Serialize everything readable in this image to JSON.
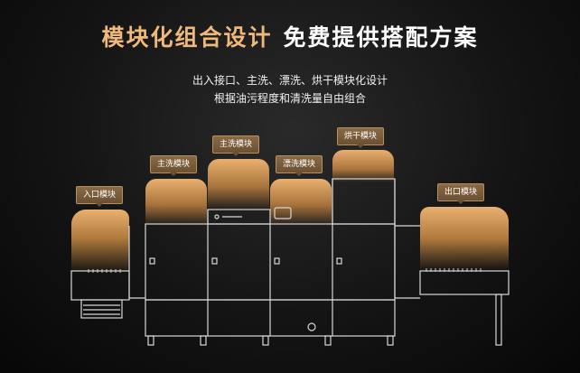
{
  "title": {
    "highlight": "模块化组合设计",
    "rest": "免费提供搭配方案"
  },
  "subtitle": {
    "line1": "出入接口、主洗、漂洗、烘干模块化设计",
    "line2": "根据油污程度和清洗量自由组合"
  },
  "modules": {
    "inlet": "入口模块",
    "main_wash": "主洗模块",
    "main_wash_2": "主洗模块",
    "rinse": "漂洗模块",
    "drying": "烘干模块",
    "outlet": "出口模块"
  },
  "colors": {
    "accent": "#f0b97a",
    "tag_bg": "#7a5c3b",
    "glow": "#e9b06f",
    "line": "#d8d8d8"
  }
}
